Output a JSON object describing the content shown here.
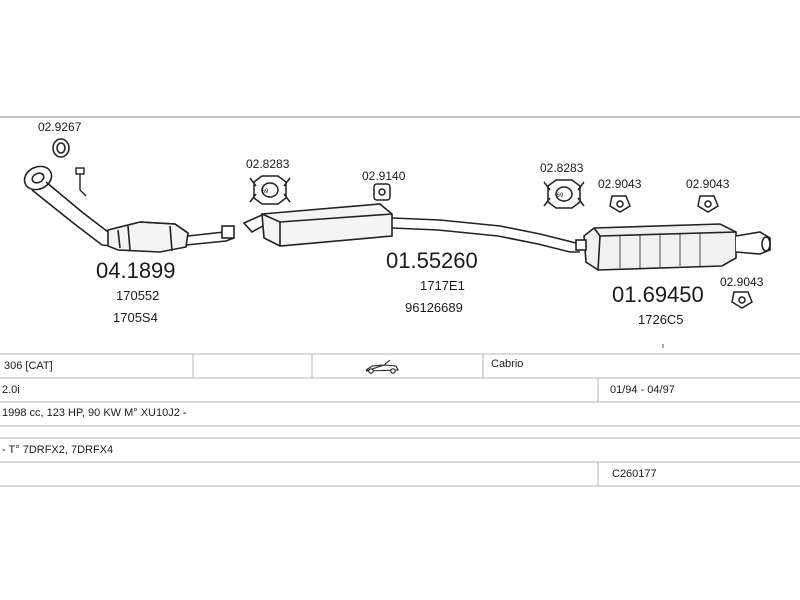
{
  "diagram": {
    "parts": {
      "front_pipe": {
        "number": "04.1899",
        "oe_refs": [
          "170552",
          "1705S4"
        ]
      },
      "middle_silencer": {
        "number": "01.55260",
        "oe_refs": [
          "1717E1",
          "96126689"
        ]
      },
      "rear_silencer": {
        "number": "01.69450",
        "oe_refs": [
          "1726C5"
        ]
      }
    },
    "accessories": {
      "front_ring": "02.9267",
      "clamp_front": "02.8283",
      "hanger_mid": "02.9140",
      "clamp_rear": "02.8283",
      "hanger_rear_1": "02.9043",
      "hanger_rear_2": "02.9043",
      "hanger_rear_3": "02.9043"
    }
  },
  "info_table": {
    "model": "306  [CAT]",
    "body": "Cabrio",
    "engine": "2.0i",
    "period": "01/94 - 04/97",
    "spec": "1998 cc, 123 HP, 90 KW M° XU10J2 -",
    "type_codes": "- T° 7DRFX2, 7DRFX4",
    "catalog_code": "C260177"
  },
  "icons": [
    "ring-icon",
    "clamp-icon",
    "hanger-icon",
    "cabrio-car-icon"
  ]
}
